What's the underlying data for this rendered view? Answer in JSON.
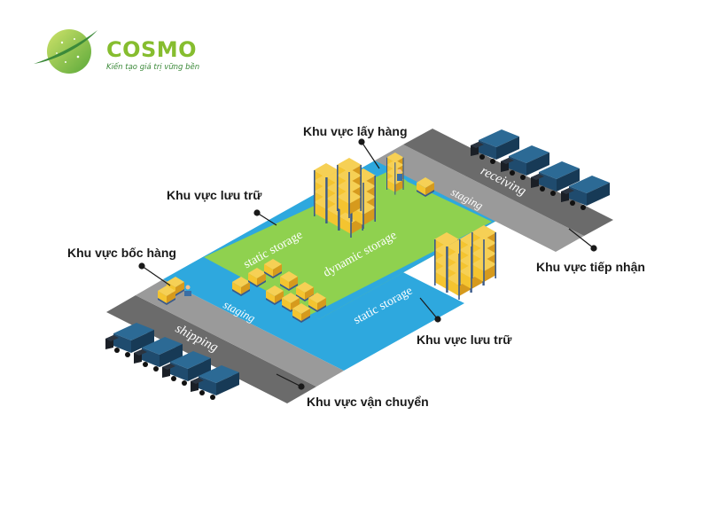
{
  "brand": {
    "name": "COSMO",
    "tagline": "Kiến tạo giá trị vững bền",
    "colors": {
      "green": "#86bd2f",
      "dark_green": "#3c8a3a",
      "gold": "#f2b705"
    }
  },
  "zones": {
    "receiving": "receiving",
    "staging_receiving": "staging",
    "static_storage_top": "static storage",
    "dynamic_storage": "dynamic storage",
    "static_storage_bottom": "static storage",
    "staging_shipping": "staging",
    "shipping": "shipping"
  },
  "callouts": {
    "picking": "Khu vực lấy hàng",
    "storage_top": "Khu vực lưu trữ",
    "loading": "Khu vực bốc hàng",
    "receiving": "Khu vực tiếp nhận",
    "storage_bottom": "Khu vực lưu trữ",
    "shipping": "Khu vực vận chuyển"
  },
  "colors": {
    "dock_gray": "#6b6b6b",
    "staging_gray": "#9a9a9a",
    "storage_blue": "#2ea8de",
    "dynamic_green": "#8fd14f",
    "truck_navy": "#1f4b6e",
    "box_yellow": "#f4c430",
    "box_dark": "#d69a1d"
  },
  "icons": [
    "logo-planet-icon",
    "truck-icon",
    "pallet-rack-icon",
    "forklift-icon"
  ]
}
